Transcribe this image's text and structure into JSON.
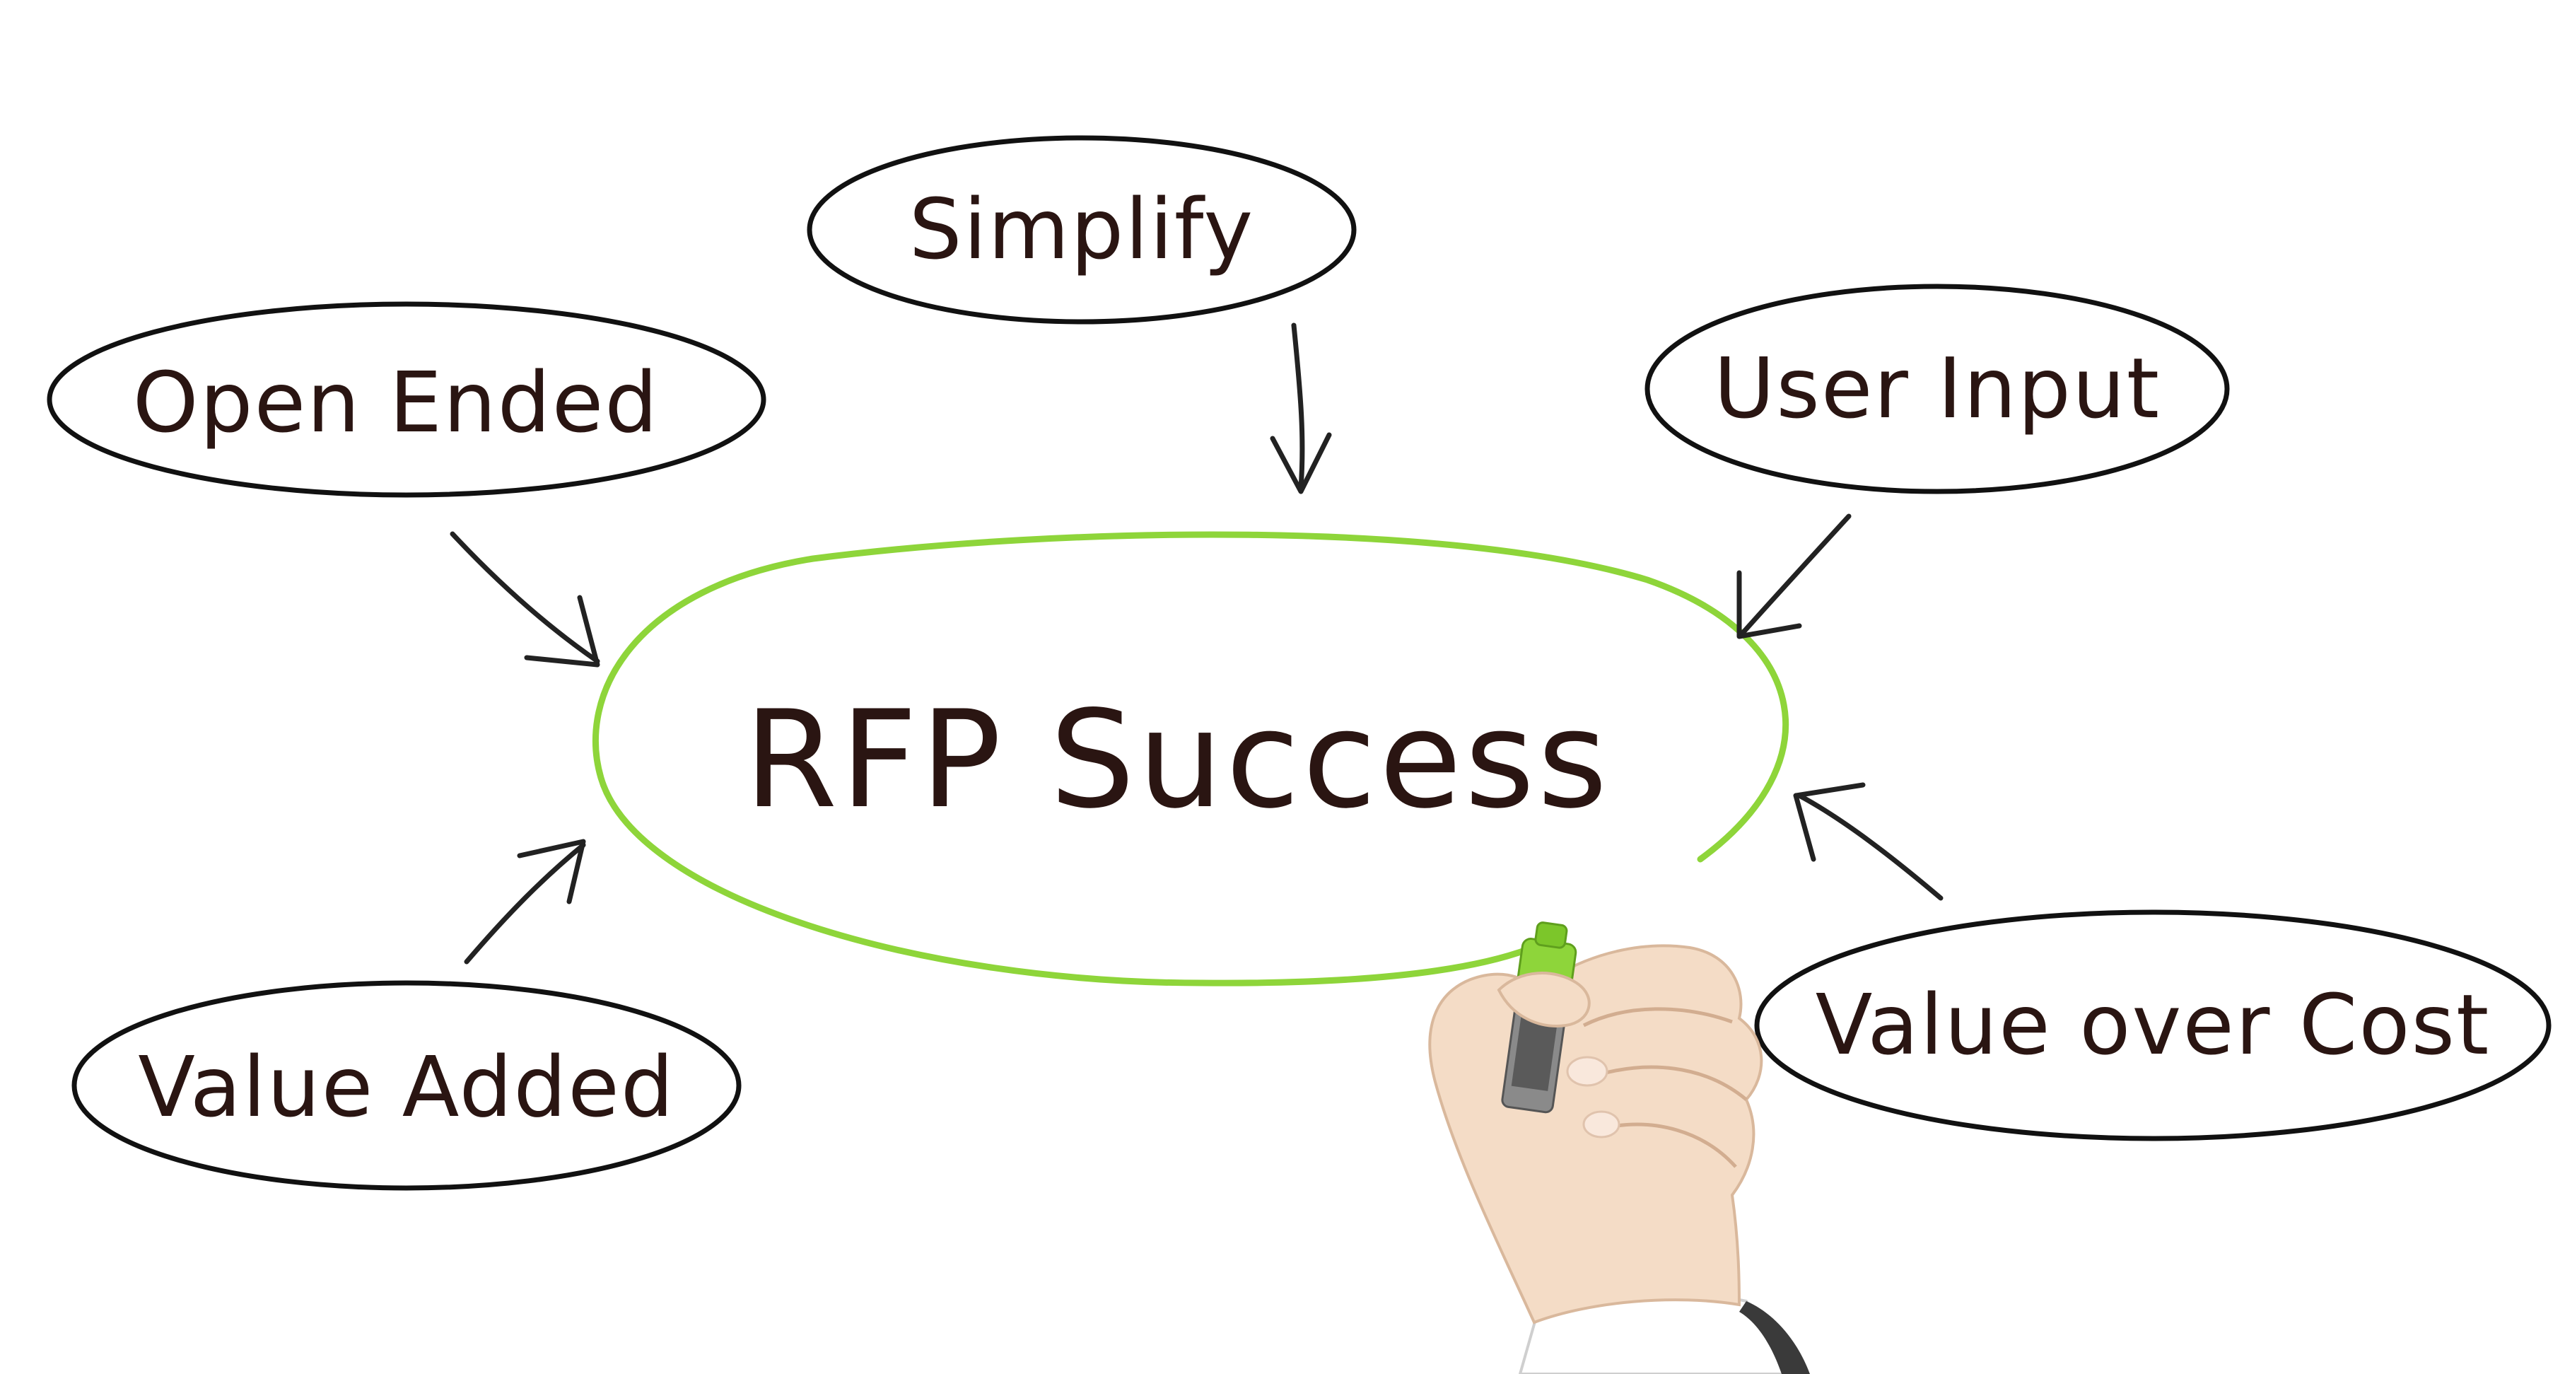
{
  "center": {
    "label": "RFP Success",
    "stroke_color": "#8ed53a"
  },
  "nodes": {
    "simplify": {
      "label": "Simplify"
    },
    "open_ended": {
      "label": "Open Ended"
    },
    "user_input": {
      "label": "User Input"
    },
    "value_added": {
      "label": "Value Added"
    },
    "value_over_cost": {
      "label": "Value over Cost"
    }
  },
  "colors": {
    "ink": "#2a1512",
    "outline": "#111111",
    "marker_green": "#8ed53a",
    "skin": "#f4dcc6"
  },
  "hand": {
    "icon": "hand-holding-green-marker"
  }
}
